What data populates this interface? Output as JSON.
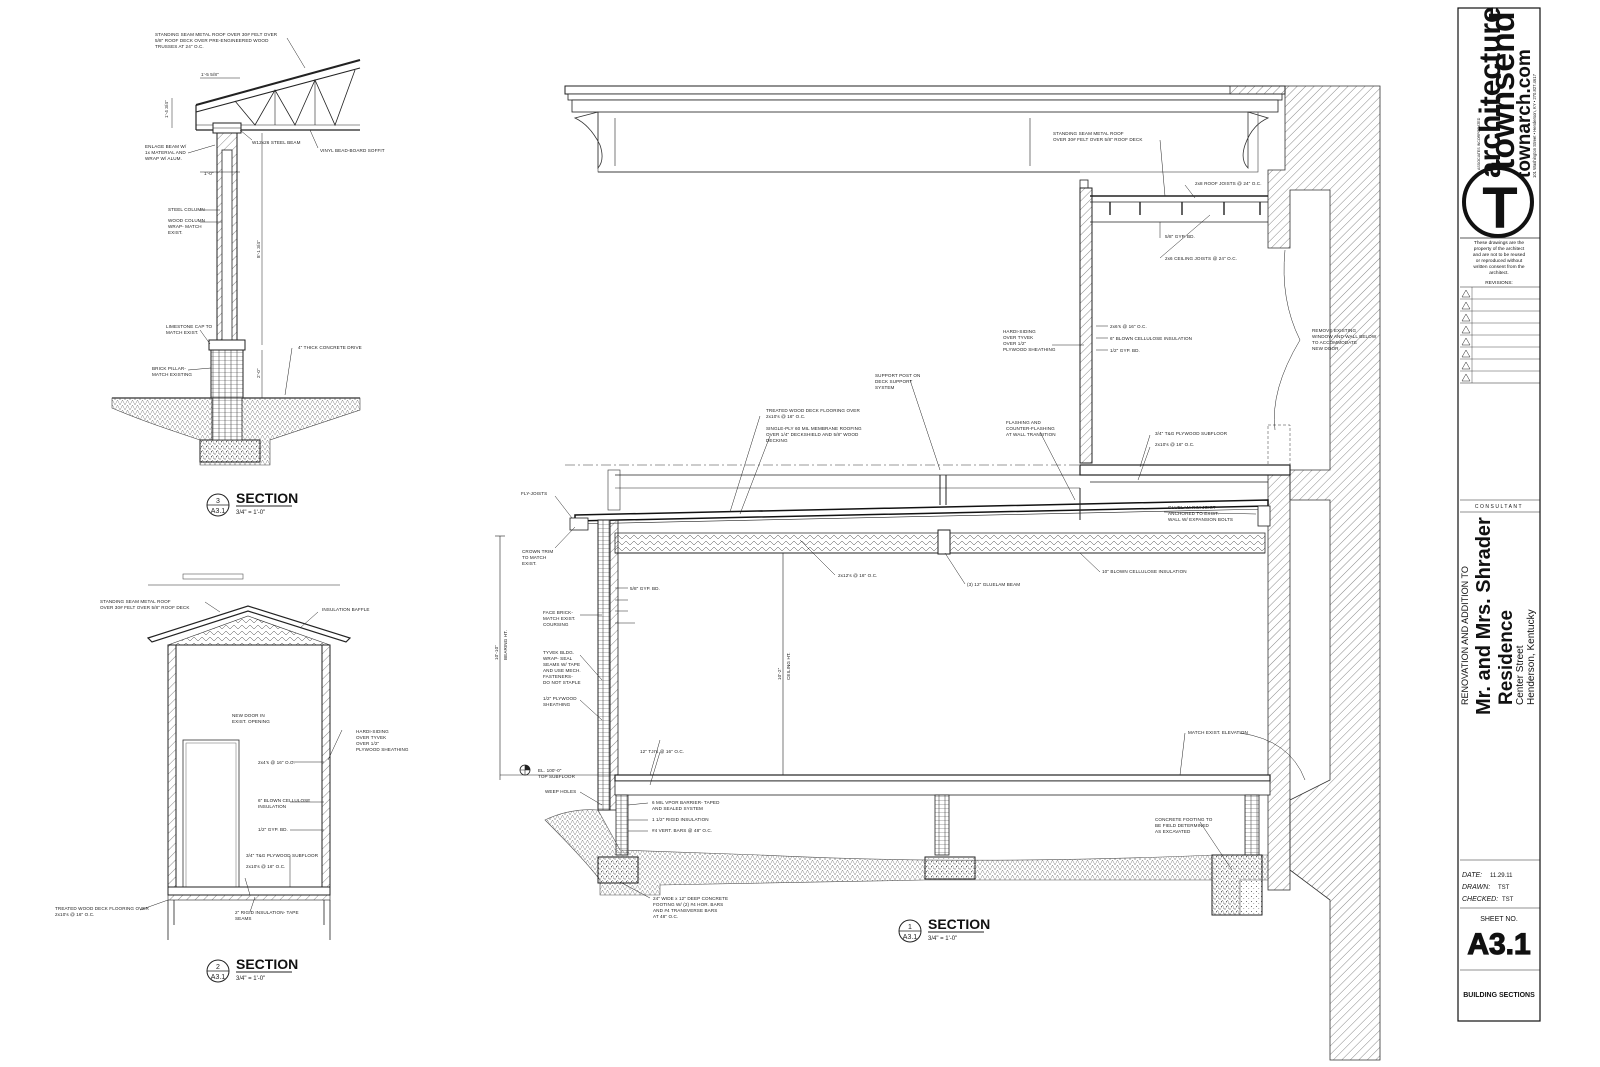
{
  "sections": [
    {
      "title": "SECTION",
      "number": "3",
      "sheet_ref": "A3.1",
      "scale": "3/4\" = 1'-0\"",
      "notes": [
        "STANDING SEAM METAL ROOF OVER 30# FELT OVER",
        "5/8\" ROOF DECK OVER PRE-ENGINEERED WOOD",
        "TRUSSES AT 24\" O.C.",
        "1'-5 5/8\"",
        "1'-4 3/4\"",
        "ENLAGE BEAM W/",
        "1x MATERIAL AND",
        "WRAP W/ ALUM.",
        "W12x26 STEEL BEAM",
        "VINYL BEAD-BOARD SOFFIT",
        "1'-0\"",
        "STEEL COLUMN",
        "WOOD COLUMN",
        "WRAP- MATCH",
        "EXIST.",
        "8'-1 3/4\"",
        "LIMESTONE CAP TO",
        "MATCH EXIST.",
        "4\" THICK CONCRETE DRIVE",
        "BRICK PILLAR-",
        "MATCH EXISTING",
        "2'-0\""
      ]
    },
    {
      "title": "SECTION",
      "number": "2",
      "sheet_ref": "A3.1",
      "scale": "3/4\" = 1'-0\"",
      "notes": [
        "STANDING SEAM METAL ROOF",
        "OVER 30# FELT OVER 5/8\" ROOF DECK",
        "INSULATION BAFFLE",
        "NEW DOOR IN",
        "EXIST. OPENING",
        "HARDI-SIDING",
        "OVER TYVEK",
        "OVER 1/2\"",
        "PLYWOOD SHEATHING",
        "2x4's @ 16\" O.C.",
        "6\" BLOWN CELLULOSE",
        "INSULATION",
        "1/2\" GYP. BD.",
        "3/4\" T&G PLYWOOD SUBFLOOR",
        "2x10's @ 16\" O.C.",
        "TREATED WOOD DECK FLOORING OVER",
        "2x10's @ 16\" O.C.",
        "2\" RIGID INSULATION- TAPE",
        "SEAMS"
      ]
    },
    {
      "title": "SECTION",
      "number": "1",
      "sheet_ref": "A3.1",
      "scale": "3/4\" = 1'-0\"",
      "notes": [
        "STANDING SEAM METAL ROOF",
        "OVER 30# FELT OVER 5/8\" ROOF DECK",
        "2x8 ROOF JOISTS @ 24\" O.C.",
        "5/8\" GYP. BD.",
        "2x6 CEILING JOISTS @ 24\" O.C.",
        "HARDI-SIDING",
        "OVER TYVEK",
        "OVER 1/2\"",
        "PLYWOOD SHEATHING",
        "2x6's @ 16\" O.C.",
        "6\" BLOWN CELLULOSE INSULATION",
        "1/2\" GYP. BD.",
        "REMOVE EXISTING",
        "WINDOW AND WALL BELOW",
        "TO ACCOMMODATE",
        "NEW DOOR",
        "SUPPORT POST ON",
        "DECK SUPPORT",
        "SYSTEM",
        "TREATED WOOD DECK FLOORING OVER",
        "2x10's @ 16\" O.C.",
        "SINGLE-PLY 60 MIL MEMBRANE ROOFING",
        "OVER 1/4\" DECKSHIELD AND 5/8\" WOOD",
        "DECKING",
        "FLASHING AND",
        "COUNTER-FLASHING",
        "AT WALL TRANSITION",
        "3/4\" T&G PLYWOOD SUBFLOOR",
        "2x10's @ 16\" O.C.",
        "FLY-JOISTS",
        "GLUELAM RIM JOIST",
        "ANCHORED TO EXIST.",
        "WALL W/ EXPANSION BOLTS",
        "CROWN TRIM",
        "TO MATCH",
        "EXIST.",
        "2x12's @ 16\" O.C.",
        "(3) 12\" GLUELAM BEAM",
        "10\" BLOWN CELLULOSE INSULATION",
        "5/8\" GYP. BD.",
        "FACE BRICK-",
        "MATCH EXIST.",
        "COURSING",
        "TYVEK BLDG.",
        "WRAP- SEAL",
        "SEAMS W/ TAPE",
        "AND USE MECH.",
        "FASTENERS-",
        "DO NOT STAPLE",
        "1/2\" PLYWOOD",
        "SHEATHING",
        "10'-10\"",
        "BEARING HT.",
        "10'-2\"",
        "CEILING HT.",
        "EL. 100'-0\"",
        "TOP SUBFLOOR",
        "12\" TJI's @ 16\" O.C.",
        "MATCH EXIST. ELEVATION",
        "WEEP HOLES",
        "6 MIL VPOR BARRIER- TAPED",
        "AND SEALED SYSTEM",
        "1 1/2\" RIGID INSULATION",
        "#4 VERT. BARS @ 48\" O.C.",
        "CONCRETE FOOTING TO",
        "BE FIELD DETERMINED",
        "AS EXCAVATED",
        "24\" WIDE x 12\" DEEP CONCRETE",
        "FOOTING W/ (2) #4 HOR. BARS",
        "AND #4 TRANSVERSE BARS",
        "AT 48\" O.C."
      ]
    }
  ],
  "title_block": {
    "firm_name_1": "townsend",
    "firm_name_2": "architecture",
    "firm_tagline": "ASSOCIATES INCORPORATED",
    "firm_address": "101 Washington Street • Henderson, KY • 270.827.4617",
    "firm_web": "townarch.com",
    "disclaimer": [
      "These drawings are the",
      "property of the architect",
      "and are not to be reused",
      "or reproduced without",
      "written consent from the",
      "architect."
    ],
    "revisions_label": "REVISIONS:",
    "consultant_label": "CONSULTANT",
    "project_line1": "RENOVATION AND ADDITION TO",
    "project_line2": "Mr. and Mrs. Shrader",
    "project_line3": "Residence",
    "project_line4": "Center Street",
    "project_line5": "Henderson, Kentucky",
    "date_label": "DATE:",
    "date_value": "11.29.11",
    "drawn_label": "DRAWN:",
    "drawn_value": "TST",
    "checked_label": "CHECKED:",
    "checked_value": "TST",
    "sheet_label": "SHEET NO.",
    "sheet_number": "A3.1",
    "sheet_title": "BUILDING SECTIONS"
  }
}
